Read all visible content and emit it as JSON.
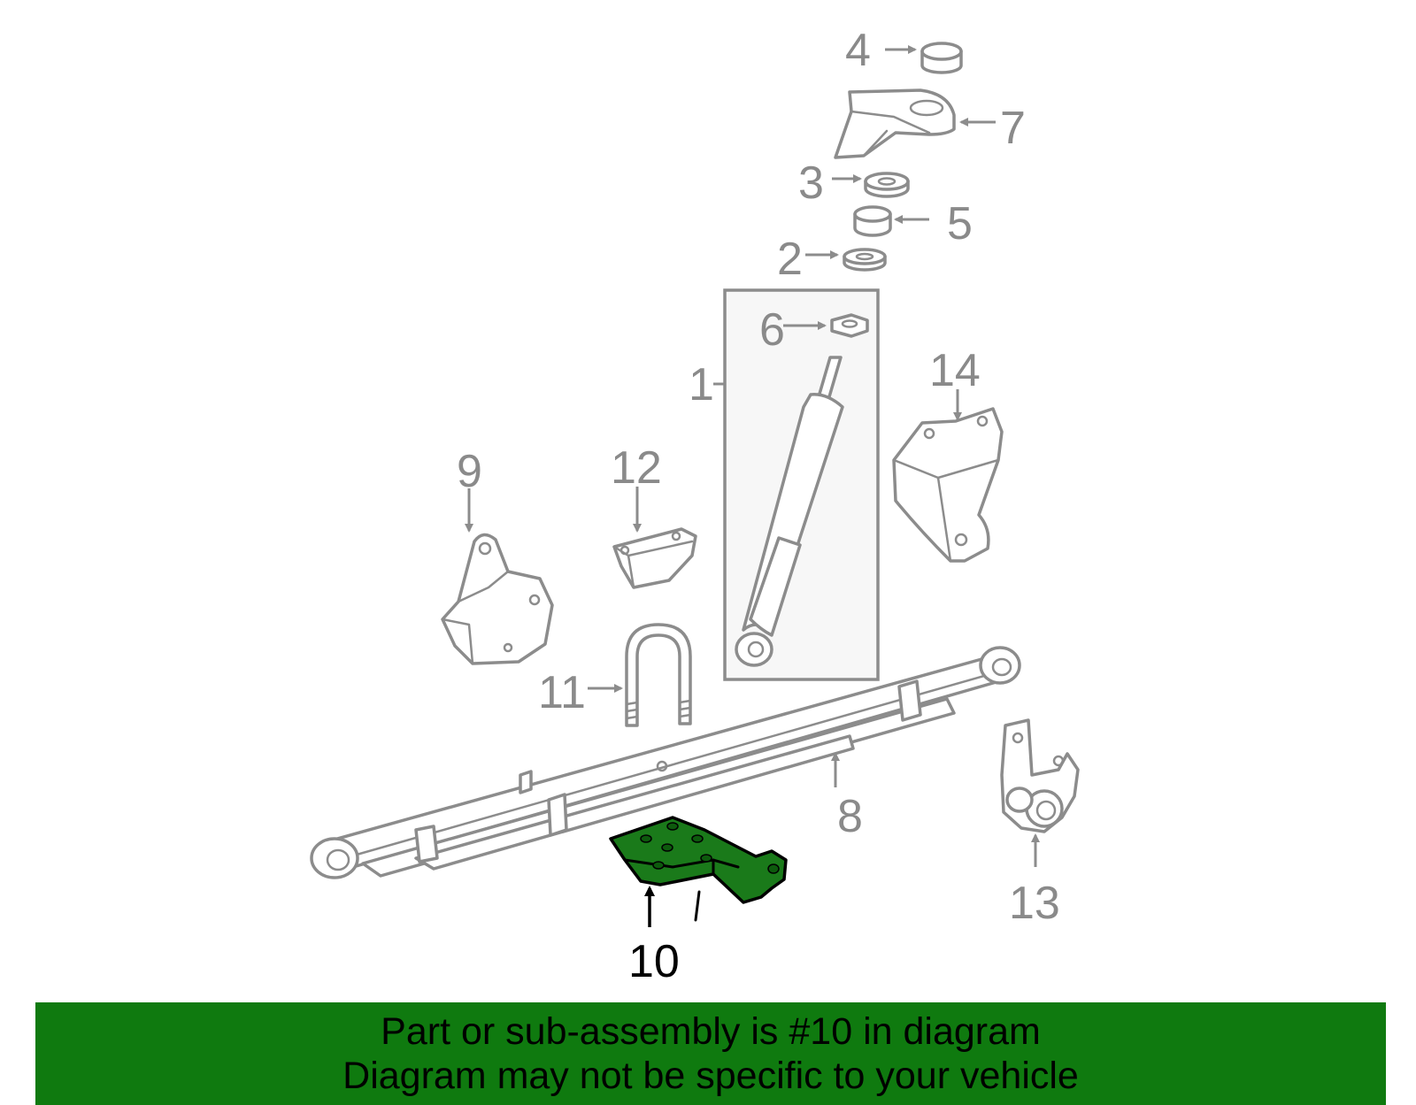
{
  "colors": {
    "highlight": "#1a7a1a",
    "banner": "#0f7a0f",
    "line": "#8c8c8c",
    "callout": "#8a8a8a"
  },
  "callouts": {
    "c1": "1",
    "c2": "2",
    "c3": "3",
    "c4": "4",
    "c5": "5",
    "c6": "6",
    "c7": "7",
    "c8": "8",
    "c9": "9",
    "c10": "10",
    "c11": "11",
    "c12": "12",
    "c13": "13",
    "c14": "14"
  },
  "highlighted_part": "10",
  "banner": {
    "line1": "Part or sub-assembly is #10 in diagram",
    "line2": "Diagram may not be specific to your vehicle"
  }
}
